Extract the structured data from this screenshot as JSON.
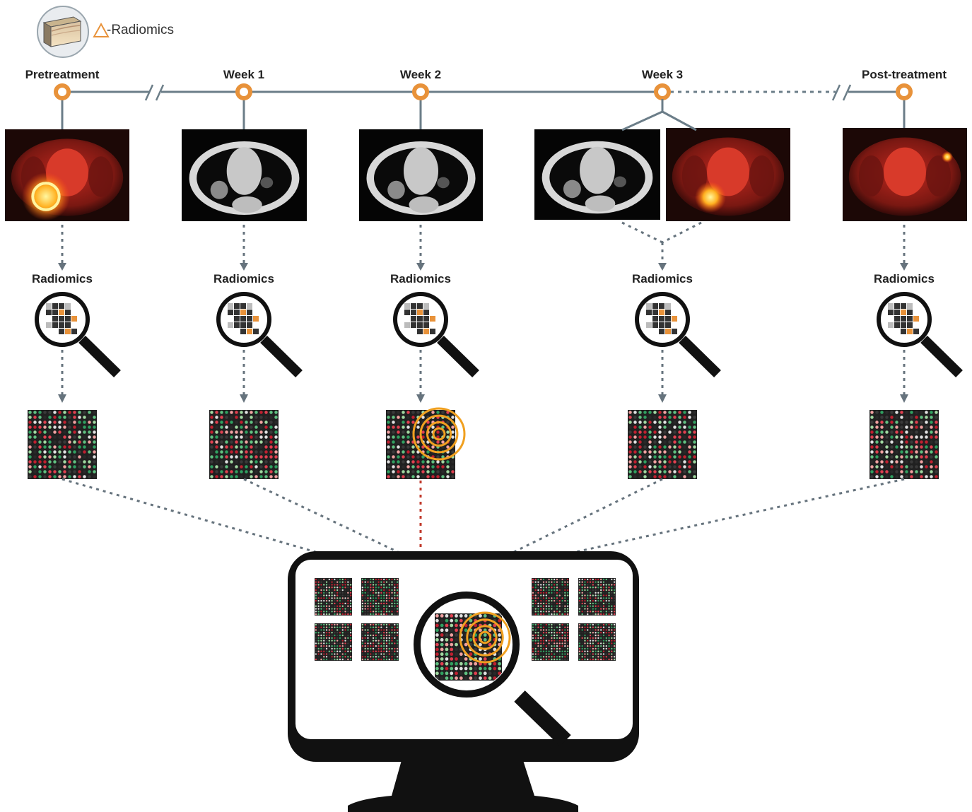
{
  "logo": {
    "icon": "tissue-block-icon",
    "delta_symbol": "△",
    "text": "-Radiomics"
  },
  "colors": {
    "timeline": "#6b7d88",
    "node": "#e8923a",
    "dotted": "#66737d",
    "highlight_link": "#c0392b",
    "target_rings": "#f0a020",
    "ink": "#111111"
  },
  "timepoints": [
    {
      "label": "Pretreatment",
      "scans": [
        "pet"
      ]
    },
    {
      "label": "Week 1",
      "scans": [
        "ct"
      ]
    },
    {
      "label": "Week 2",
      "scans": [
        "ct"
      ],
      "highlight": true
    },
    {
      "label": "Week 3",
      "scans": [
        "ct",
        "pet"
      ]
    },
    {
      "label": "Post-treatment",
      "scans": [
        "pet"
      ]
    }
  ],
  "stage_label": "Radiomics",
  "monitor": {
    "icon": "computer-monitor-icon",
    "magnifier_icon": "magnifier-icon"
  }
}
